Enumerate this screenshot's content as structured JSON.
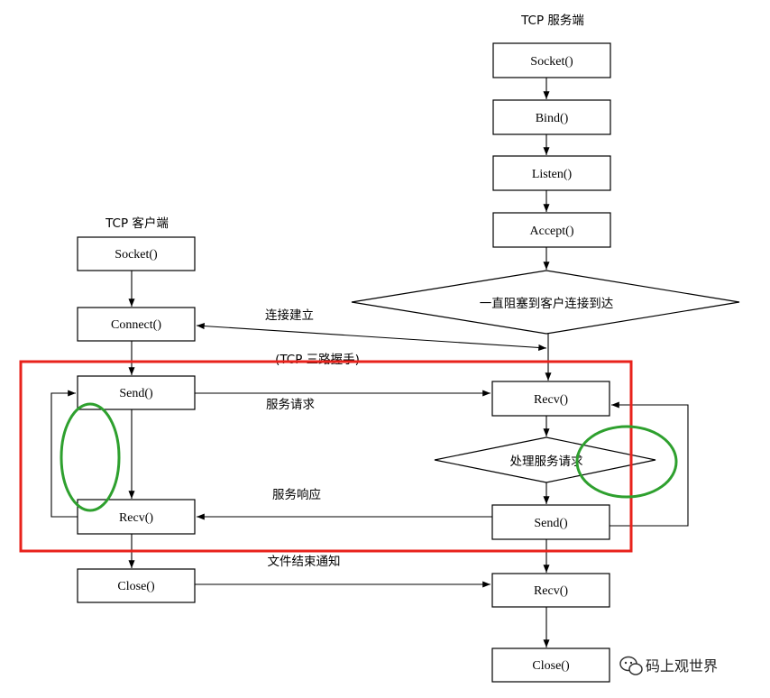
{
  "server": {
    "title": "TCP 服务端",
    "socket": "Socket()",
    "bind": "Bind()",
    "listen": "Listen()",
    "accept": "Accept()",
    "block_wait": "一直阻塞到客户连接到达",
    "recv": "Recv()",
    "process": "处理服务请求",
    "send": "Send()",
    "recv_end": "Recv()",
    "close": "Close()"
  },
  "client": {
    "title": "TCP 客户端",
    "socket": "Socket()",
    "connect": "Connect()",
    "send": "Send()",
    "recv": "Recv()",
    "close": "Close()"
  },
  "messages": {
    "connect": "连接建立",
    "handshake": "(TCP 三路握手)",
    "request": "服务请求",
    "response": "服务响应",
    "eof": "文件结束通知"
  },
  "watermark": {
    "brand": "码上观世界",
    "icon": "wechat-icon"
  },
  "colors": {
    "highlight_box": "#e8221b",
    "highlight_circle": "#2ea02e"
  }
}
